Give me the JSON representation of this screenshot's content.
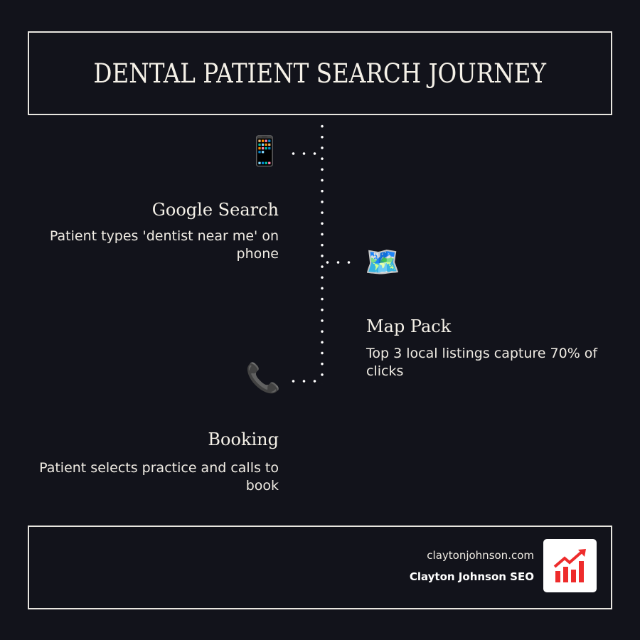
{
  "header": {
    "title": "DENTAL PATIENT SEARCH JOURNEY"
  },
  "steps": [
    {
      "icon": "📱",
      "icon_name": "mobile-phone-icon",
      "title": "Google Search",
      "description": "Patient types 'dentist near me' on phone",
      "side": "left"
    },
    {
      "icon": "🗺️",
      "icon_name": "world-map-icon",
      "title": "Map Pack",
      "description": "Top 3 local listings capture 70% of clicks",
      "side": "right"
    },
    {
      "icon": "📞",
      "icon_name": "telephone-receiver-icon",
      "title": "Booking",
      "description": "Patient selects practice and calls to book",
      "side": "left"
    }
  ],
  "footer": {
    "url": "claytonjohnson.com",
    "brand": "Clayton Johnson SEO",
    "logo_icon": "growth-chart-icon",
    "logo_color": "#ee2b2b"
  },
  "colors": {
    "background": "#12131b",
    "border": "#e8e6e0",
    "text": "#f5f1e8",
    "accent": "#ee2b2b"
  }
}
